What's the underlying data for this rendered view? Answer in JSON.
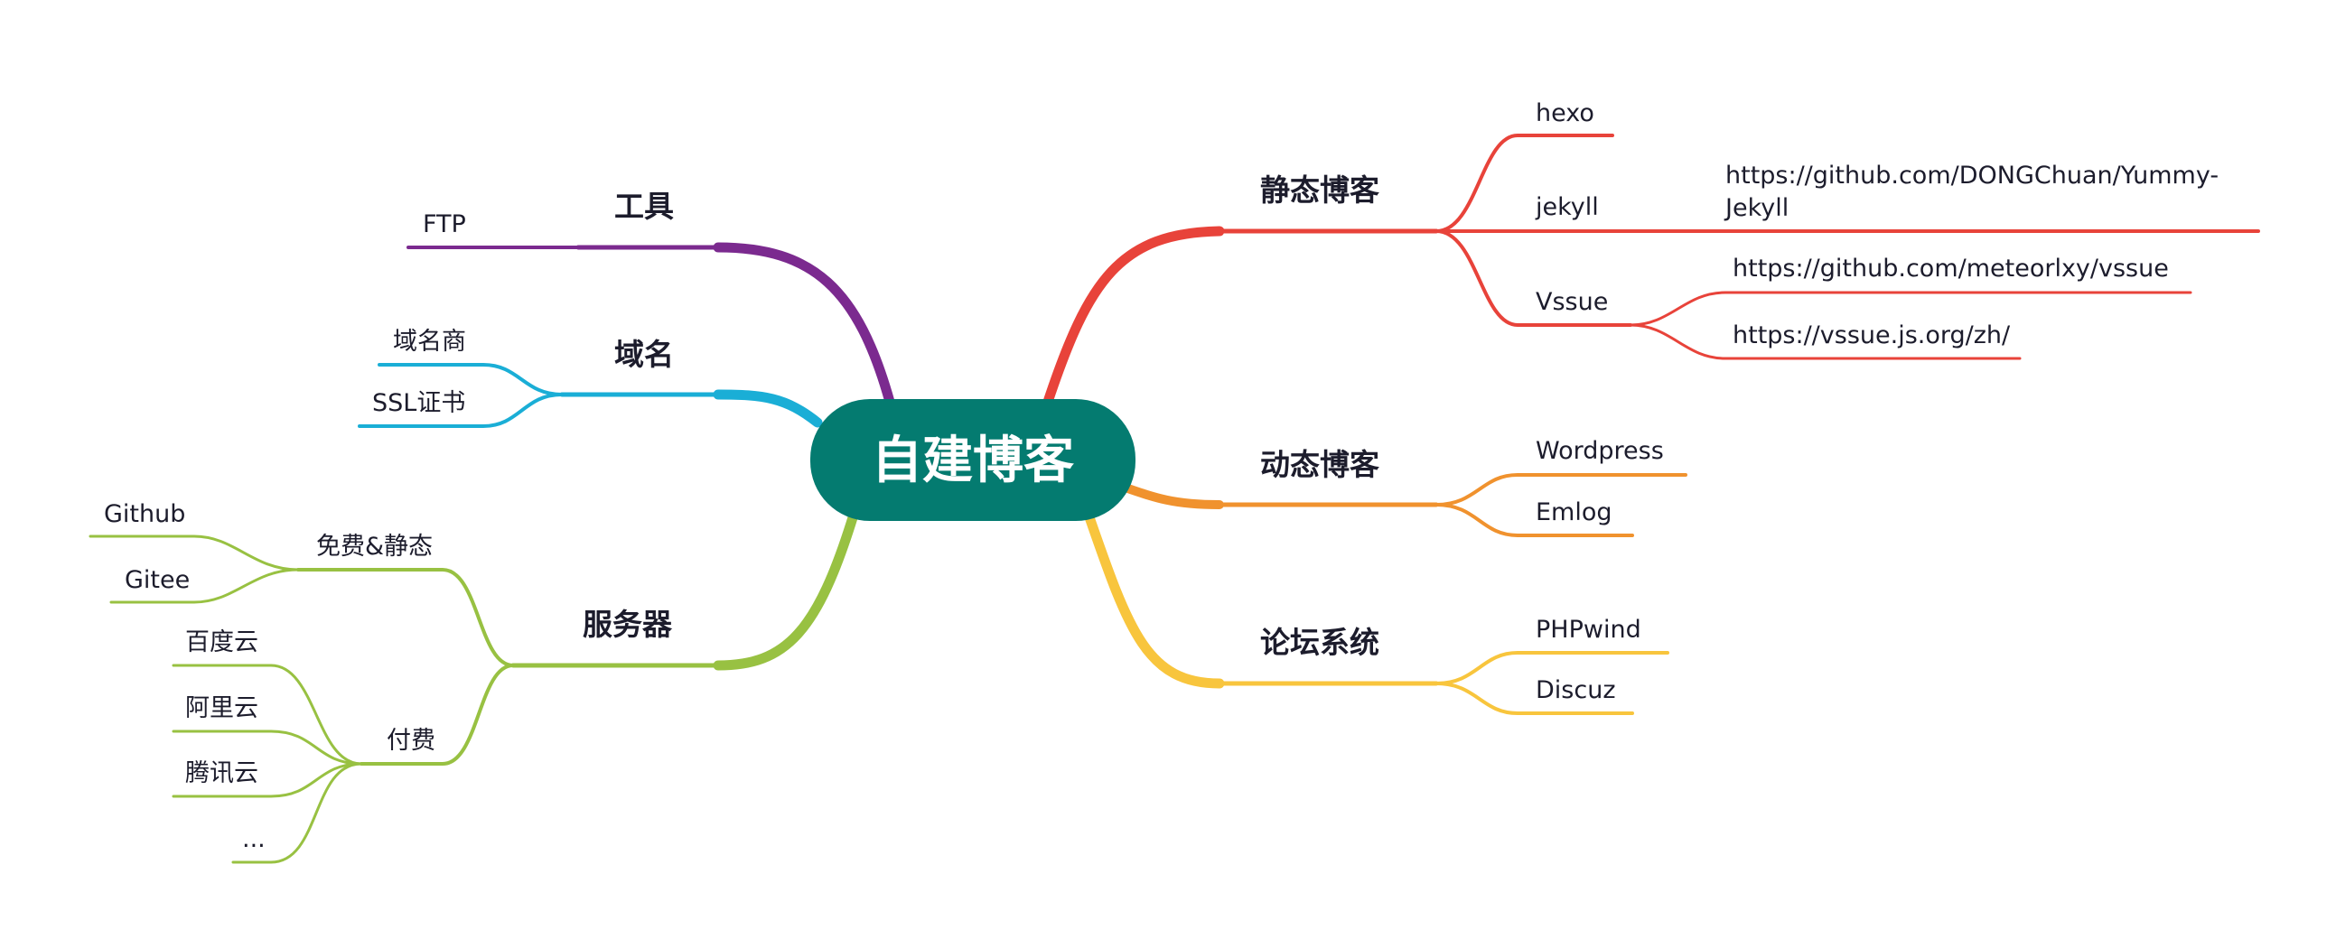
{
  "colors": {
    "background": "#ffffff",
    "center_fill": "#047b70",
    "center_text": "#ffffff",
    "text": "#1c1c2c",
    "static_blog": "#e8433a",
    "dynamic_blog": "#f0922e",
    "forum": "#f8c53d",
    "tools": "#7b2a8f",
    "domain": "#1aaed6",
    "server": "#98c142"
  },
  "center": {
    "label": "自建博客"
  },
  "branches": {
    "static_blog": {
      "label": "静态博客",
      "hexo": "hexo",
      "jekyll": "jekyll",
      "jekyll_url_line1": "https://github.com/DONGChuan/Yummy-",
      "jekyll_url_line2": "Jekyll",
      "vssue": "Vssue",
      "vssue_url_1": "https://github.com/meteorlxy/vssue",
      "vssue_url_2": "https://vssue.js.org/zh/"
    },
    "dynamic_blog": {
      "label": "动态博客",
      "wordpress": "Wordpress",
      "emlog": "Emlog"
    },
    "forum": {
      "label": "论坛系统",
      "phpwind": "PHPwind",
      "discuz": "Discuz"
    },
    "tools": {
      "label": "工具",
      "ftp": "FTP"
    },
    "domain": {
      "label": "域名",
      "registrar": "域名商",
      "ssl": "SSL证书"
    },
    "server": {
      "label": "服务器",
      "free_static": "免费&静态",
      "github": "Github",
      "gitee": "Gitee",
      "paid": "付费",
      "baidu": "百度云",
      "aliyun": "阿里云",
      "tencent": "腾讯云",
      "more": "..."
    }
  }
}
